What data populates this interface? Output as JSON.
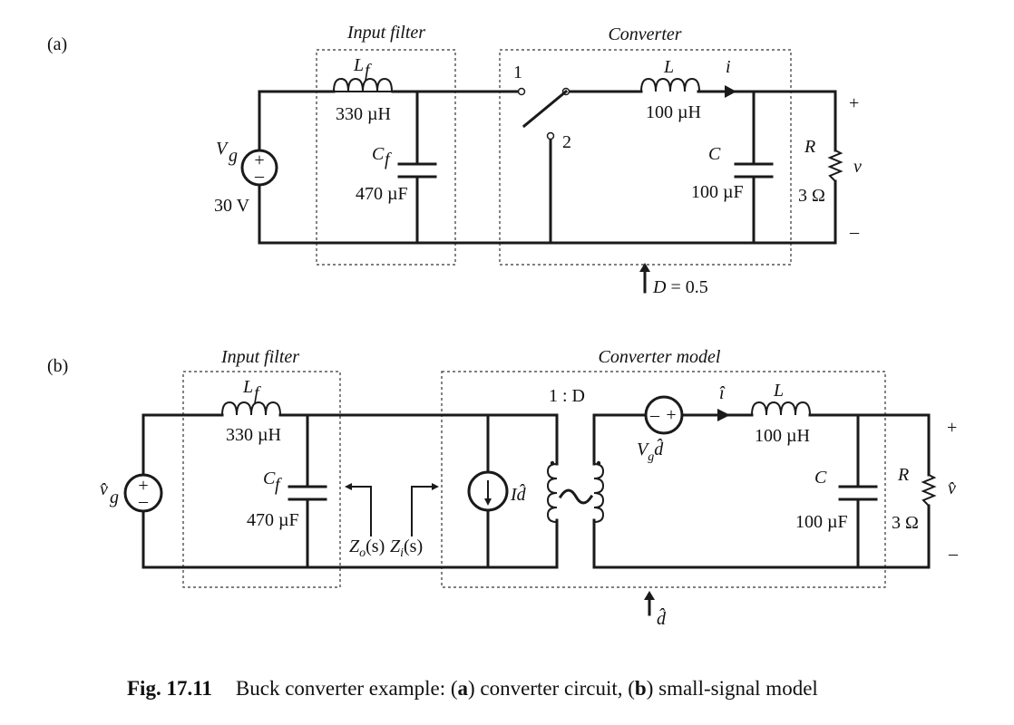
{
  "panel_a": {
    "tag": "(a)",
    "input_filter_title": "Input filter",
    "converter_title": "Converter",
    "source_symbol": "V",
    "source_sub": "g",
    "source_value": "30 V",
    "lf_symbol": "L",
    "lf_sub": "f",
    "lf_value": "330 µH",
    "cf_symbol": "C",
    "cf_sub": "f",
    "cf_value": "470 µF",
    "switch_pos1": "1",
    "switch_pos2": "2",
    "l_symbol": "L",
    "l_value": "100 µH",
    "current_symbol": "i",
    "c_symbol": "C",
    "c_value": "100 µF",
    "r_symbol": "R",
    "r_value": "3 Ω",
    "v_plus": "+",
    "v_symbol": "v",
    "v_minus": "–",
    "duty_label": "D",
    "duty_value": " = 0.5"
  },
  "panel_b": {
    "tag": "(b)",
    "input_filter_title": "Input filter",
    "converter_title": "Converter model",
    "source_symbol": "v̂",
    "source_sub": "g",
    "lf_symbol": "L",
    "lf_sub": "f",
    "lf_value": "330 µH",
    "cf_symbol": "C",
    "cf_sub": "f",
    "cf_value": "470 µF",
    "zo_symbol": "Z",
    "zo_sub": "o",
    "zo_arg": "(s)",
    "zi_symbol": "Z",
    "zi_sub": "i",
    "zi_arg": "(s)",
    "current_source_label": "Id̂",
    "ratio_label": "1 : D",
    "vsource_label": "V",
    "vsource_sub": "g",
    "vsource_tail": "d̂",
    "current_symbol": "î",
    "l_symbol": "L",
    "l_value": "100 µH",
    "c_symbol": "C",
    "c_value": "100 µF",
    "r_symbol": "R",
    "r_value": "3 Ω",
    "v_plus": "+",
    "v_symbol": "v̂",
    "v_minus": "–",
    "duty_label": "d̂"
  },
  "caption": {
    "fig_label": "Fig. 17.11",
    "text_1": "Buck converter example: (",
    "a": "a",
    "text_2": ") converter circuit, (",
    "b": "b",
    "text_3": ") small-signal model"
  }
}
